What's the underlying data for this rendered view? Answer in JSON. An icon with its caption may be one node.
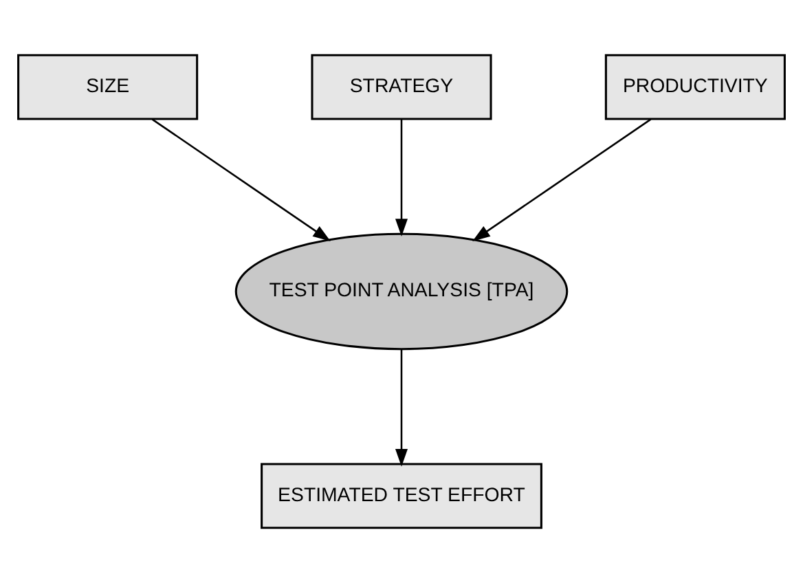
{
  "diagram": {
    "nodes": [
      {
        "text": [
          "SIZE"
        ]
      },
      {
        "text": [
          "STRATEGY"
        ]
      },
      {
        "text": [
          "PRODUCTIVITY"
        ]
      },
      {
        "text": [
          "TEST POINT ANALYSIS [TPA]"
        ]
      },
      {
        "text": [
          "ESTIMATED TEST EFFORT"
        ]
      }
    ],
    "edges": [
      {
        "from": 0,
        "to": 3,
        "arrow": "to"
      },
      {
        "from": 1,
        "to": 3,
        "arrow": "to"
      },
      {
        "from": 2,
        "to": 3,
        "arrow": "to"
      },
      {
        "from": 3,
        "to": 4,
        "arrow": "to"
      }
    ]
  }
}
